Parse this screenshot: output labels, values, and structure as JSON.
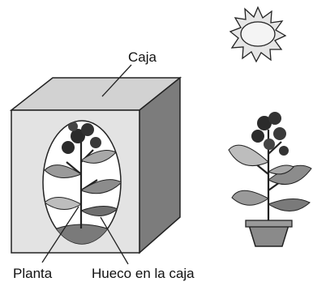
{
  "labels": {
    "box": "Caja",
    "plant": "Planta",
    "hole": "Hueco en la caja"
  },
  "icons": {
    "sun": "sun-icon",
    "plant_inside": "plant-in-box-icon",
    "plant_outside": "potted-plant-icon"
  }
}
